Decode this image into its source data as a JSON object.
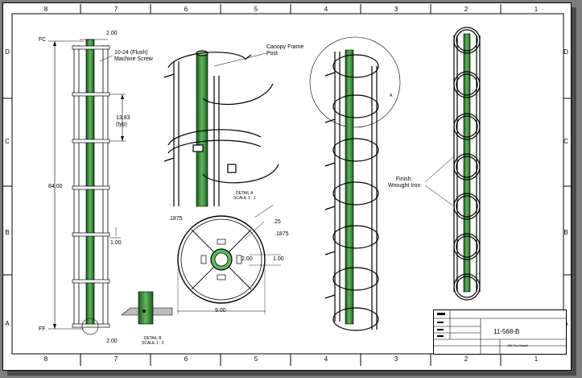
{
  "zones": {
    "columns": [
      "8",
      "7",
      "6",
      "5",
      "4",
      "3",
      "2",
      "1"
    ],
    "rows": [
      "D",
      "C",
      "B",
      "A"
    ]
  },
  "annotations": {
    "machine_screw": "10-24 (Flush)\nMachine Screw",
    "canopy_frame_post": "Canopy Frame\nPost",
    "finish": "Finish:\nWrought Iron",
    "detail_a": "DETAIL A\nSCALE 1 : 1",
    "detail_b": "DETAIL B\nSCALE 1 : 2",
    "detail_letter_a": "A",
    "fc": "FC",
    "ff": "FF"
  },
  "dimensions": {
    "top_width": "2.00",
    "bottom_width": "2.00",
    "ring_spacing": "13.83\n(typ)",
    "overall_height": "84.00",
    "gap": "1.00",
    "hub_inner": ".1875",
    "spoke_angle": ".25",
    "rim_thickness": ".1875",
    "hub_dia": "2.00",
    "hub_offset": "1.00",
    "ring_dia": "9.00"
  },
  "title_block": {
    "drawing_number": "11-568-B",
    "sheet_label": "Bill Our Detail"
  }
}
